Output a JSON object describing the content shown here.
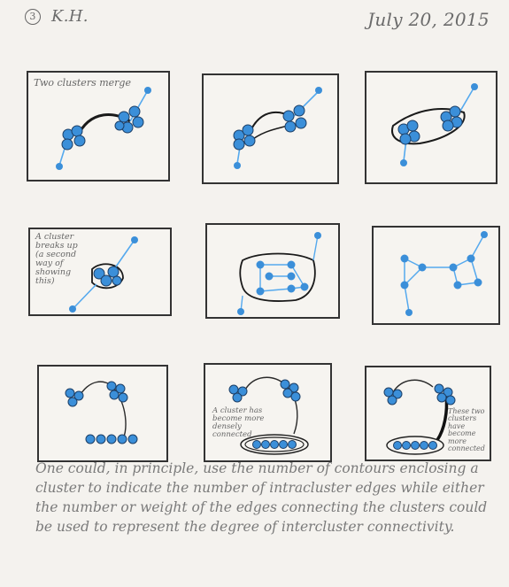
{
  "header": {
    "page_number": "3",
    "initials": "K.H.",
    "date": "July 20, 2015"
  },
  "panels": [
    {
      "id": "r1c1",
      "annotation": "Two clusters merge"
    },
    {
      "id": "r1c2",
      "annotation": ""
    },
    {
      "id": "r1c3",
      "annotation": ""
    },
    {
      "id": "r2c1",
      "annotation": "A cluster breaks up (a second way of showing this)"
    },
    {
      "id": "r2c2",
      "annotation": ""
    },
    {
      "id": "r2c3",
      "annotation": ""
    },
    {
      "id": "r3c1",
      "annotation": ""
    },
    {
      "id": "r3c2",
      "annotation": "A cluster has become more densely connected"
    },
    {
      "id": "r3c3",
      "annotation": "These two clusters have become more connected"
    }
  ],
  "caption": "One could, in principle, use the number of contours enclosing a cluster to indicate the number of intracluster edges while either the number or weight of the edges connecting the clusters could be used to represent the degree of intercluster connectivity.",
  "colors": {
    "node": "#3b8fd9",
    "node_light": "#55a9ee",
    "ink": "#2a2a2a",
    "pencil": "#777777"
  }
}
